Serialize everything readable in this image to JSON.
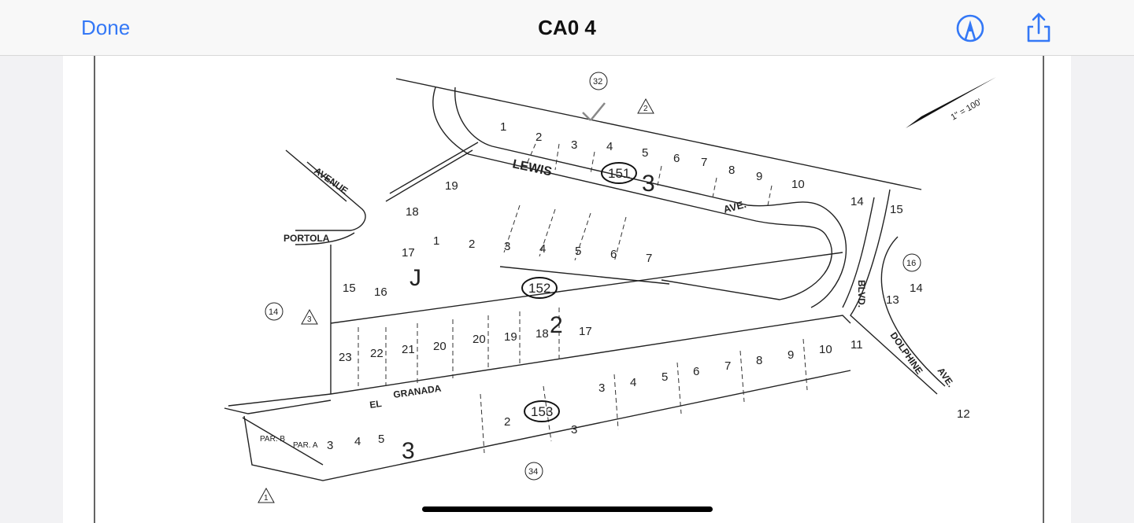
{
  "header": {
    "done_label": "Done",
    "title": "CA0 4",
    "markup_icon": "pencil-tip-circle-icon",
    "share_icon": "share-icon",
    "accent": "#3478f6"
  },
  "map": {
    "streets": [
      "LEWIS",
      "AVE.",
      "AVENUE",
      "PORTOLA",
      "EL",
      "GRANADA",
      "DOLPHINE",
      "AVE.",
      "BLVD."
    ],
    "blocks": [
      "151",
      "152",
      "153"
    ],
    "circled_refs": [
      "32",
      "14",
      "16",
      "34"
    ],
    "triangles": [
      "2",
      "3",
      "1"
    ],
    "scale": "1\" = 100'",
    "lots": [
      "1",
      "2",
      "3",
      "4",
      "5",
      "6",
      "7",
      "8",
      "9",
      "10",
      "14",
      "15",
      "18",
      "19",
      "1",
      "2",
      "3",
      "4",
      "5",
      "6",
      "7",
      "17",
      "16",
      "15",
      "20",
      "19",
      "18",
      "17",
      "23",
      "22",
      "21",
      "20",
      "3",
      "4",
      "5",
      "6",
      "7",
      "8",
      "9",
      "10",
      "11",
      "12",
      "13",
      "14",
      "2",
      "3",
      "PAR. B",
      "PAR. A",
      "3",
      "4",
      "5"
    ],
    "handwritten": [
      "3",
      "2",
      "3",
      "J"
    ]
  }
}
